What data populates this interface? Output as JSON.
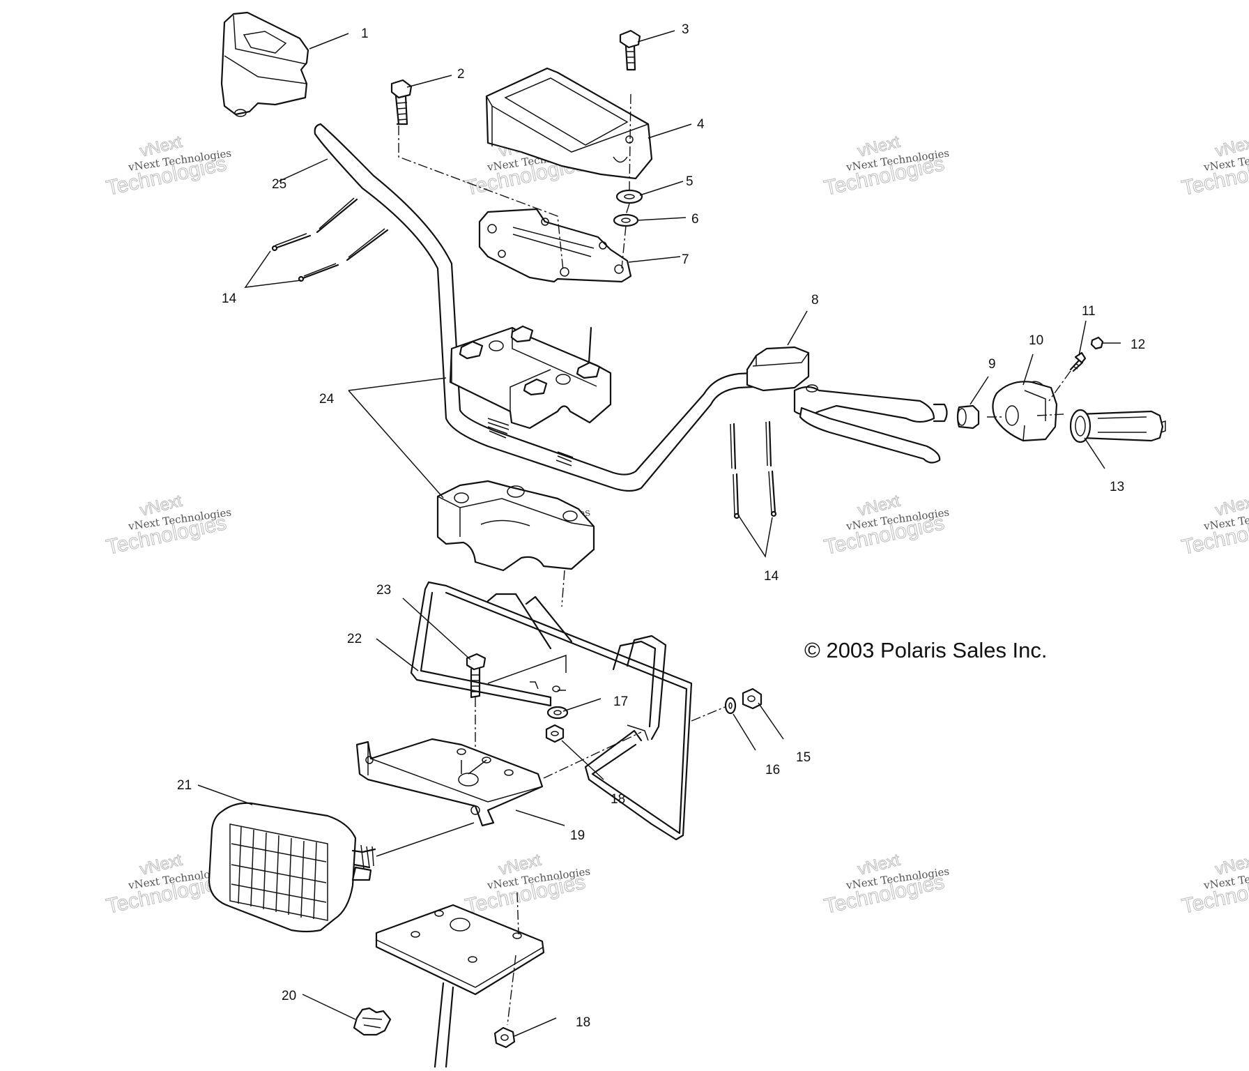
{
  "diagram": {
    "copyright": "© 2003 Polaris Sales Inc.",
    "watermark": {
      "line1": "vNext Technologies",
      "line2": "Technologies",
      "line3": "vNext"
    },
    "callouts": [
      {
        "id": "1",
        "label": "1"
      },
      {
        "id": "2",
        "label": "2"
      },
      {
        "id": "3",
        "label": "3"
      },
      {
        "id": "4",
        "label": "4"
      },
      {
        "id": "5",
        "label": "5"
      },
      {
        "id": "6",
        "label": "6"
      },
      {
        "id": "7",
        "label": "7"
      },
      {
        "id": "8",
        "label": "8"
      },
      {
        "id": "9",
        "label": "9"
      },
      {
        "id": "10",
        "label": "10"
      },
      {
        "id": "11",
        "label": "11"
      },
      {
        "id": "12",
        "label": "12"
      },
      {
        "id": "13",
        "label": "13"
      },
      {
        "id": "14a",
        "label": "14"
      },
      {
        "id": "14b",
        "label": "14"
      },
      {
        "id": "15",
        "label": "15"
      },
      {
        "id": "16",
        "label": "16"
      },
      {
        "id": "17",
        "label": "17"
      },
      {
        "id": "18a",
        "label": "18"
      },
      {
        "id": "18b",
        "label": "18"
      },
      {
        "id": "19",
        "label": "19"
      },
      {
        "id": "20",
        "label": "20"
      },
      {
        "id": "21",
        "label": "21"
      },
      {
        "id": "22",
        "label": "22"
      },
      {
        "id": "23",
        "label": "23"
      },
      {
        "id": "24",
        "label": "24"
      },
      {
        "id": "25",
        "label": "25"
      }
    ]
  }
}
